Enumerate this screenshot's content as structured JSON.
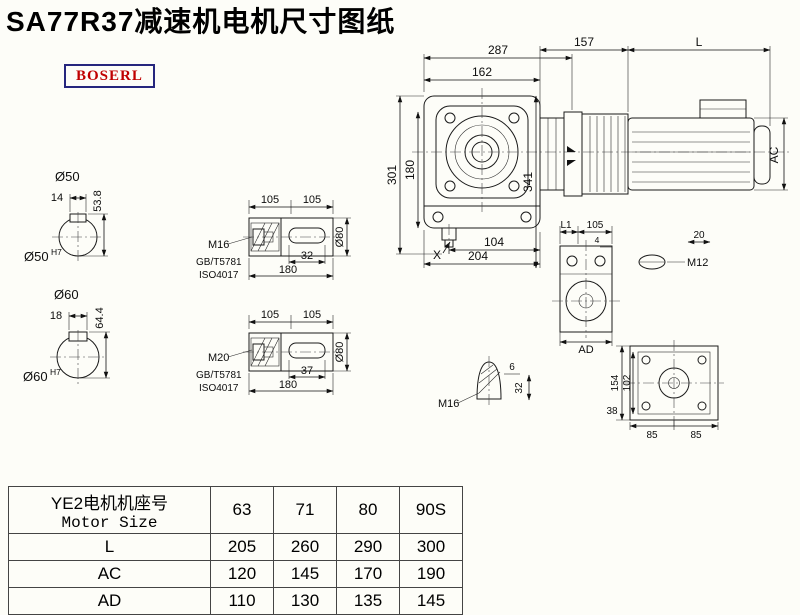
{
  "page": {
    "title": "SA77R37减速机电机尺寸图纸",
    "brand": "BOSERL"
  },
  "main_view": {
    "dim_top_287": "287",
    "dim_top_162": "162",
    "dim_top_157": "157",
    "dim_top_L": "L",
    "dim_left_301": "301",
    "dim_left_180": "180",
    "dim_mid_341": "341",
    "dim_right_AC": "AC",
    "label_X": "X",
    "dim_bottom_104": "104",
    "dim_bottom_204": "204"
  },
  "shaft_section_50": {
    "diameter": "Ø50",
    "keyway_width": "14",
    "keyway_height": "53.8",
    "bore": "Ø50",
    "bore_tolerance": "H7"
  },
  "shaft_section_60": {
    "diameter": "Ø60",
    "keyway_width": "18",
    "keyway_height": "64.4",
    "bore": "Ø60",
    "bore_tolerance": "H7"
  },
  "shaft_detail_top": {
    "dim_105_a": "105",
    "dim_105_b": "105",
    "thread": "M16",
    "standard_gb": "GB/T5781",
    "standard_iso": "ISO4017",
    "key_length": "32",
    "length": "180",
    "diameter": "Ø80"
  },
  "shaft_detail_bottom": {
    "dim_105_a": "105",
    "dim_105_b": "105",
    "thread": "M20",
    "standard_gb": "GB/T5781",
    "standard_iso": "ISO4017",
    "key_length": "37",
    "length": "180",
    "diameter": "Ø80"
  },
  "flange_view": {
    "dim_L1": "L1",
    "dim_105": "105",
    "dim_4": "4",
    "dim_20": "20",
    "thread": "M12",
    "dim_AD": "AD"
  },
  "foot_view": {
    "dim_154": "154",
    "dim_102": "102",
    "dim_38": "38",
    "dim_85_a": "85",
    "dim_85_b": "85"
  },
  "center_hole": {
    "thread": "M16",
    "dim_6": "6",
    "dim_32": "32"
  },
  "table": {
    "header_label_cn": "YE2电机机座号",
    "header_label_en": "Motor Size",
    "sizes": [
      "63",
      "71",
      "80",
      "90S"
    ],
    "rows": [
      {
        "label": "L",
        "values": [
          "205",
          "260",
          "290",
          "300"
        ]
      },
      {
        "label": "AC",
        "values": [
          "120",
          "145",
          "170",
          "190"
        ]
      },
      {
        "label": "AD",
        "values": [
          "110",
          "130",
          "135",
          "145"
        ]
      }
    ]
  }
}
